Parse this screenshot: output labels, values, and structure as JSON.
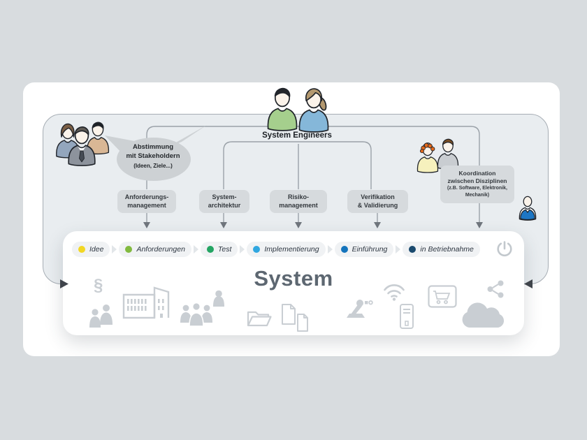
{
  "colors": {
    "background": "#d8dcdf",
    "card": "#ffffff",
    "panel": "#e9edf0",
    "panel_border": "#a6adb4",
    "box": "#d6dadd",
    "bubble": "#cdd1d4",
    "connector": "#9aa1a8",
    "arrow_dark": "#3f444b",
    "title": "#5d6771",
    "icon_gray": "#c9ced3"
  },
  "stakeholders_note": {
    "line1": "Abstimmung",
    "line2": "mit Stakeholdern",
    "line3": "(Ideen, Ziele...)"
  },
  "engineers_label": "System Engineers",
  "boxes": [
    {
      "lines": [
        "Anforderungs-",
        "management"
      ]
    },
    {
      "lines": [
        "System-",
        "architektur"
      ]
    },
    {
      "lines": [
        "Risiko-",
        "management"
      ]
    },
    {
      "lines": [
        "Verifikation",
        "& Validierung"
      ]
    },
    {
      "lines": [
        "Koordination",
        "zwischen Disziplinen"
      ],
      "sub": [
        "(z.B. Software, Elektronik,",
        "Mechanik)"
      ]
    }
  ],
  "timeline": {
    "stages": [
      {
        "label": "Idee",
        "color": "#f2d724"
      },
      {
        "label": "Anforderungen",
        "color": "#82ba3f"
      },
      {
        "label": "Test",
        "color": "#24a563"
      },
      {
        "label": "Implementierung",
        "color": "#30a7e0"
      },
      {
        "label": "Einführung",
        "color": "#1474bc"
      },
      {
        "label": "in Betriebnahme",
        "color": "#1a4a6e"
      }
    ]
  },
  "system": {
    "title": "System",
    "paragraph_glyph": "§",
    "icons": [
      "paragraph",
      "stakeholder-pair",
      "company-building",
      "team",
      "person",
      "folder",
      "documents",
      "robot-arm",
      "wifi",
      "computer-tower",
      "shopping-cart",
      "share",
      "cloud",
      "power"
    ]
  }
}
